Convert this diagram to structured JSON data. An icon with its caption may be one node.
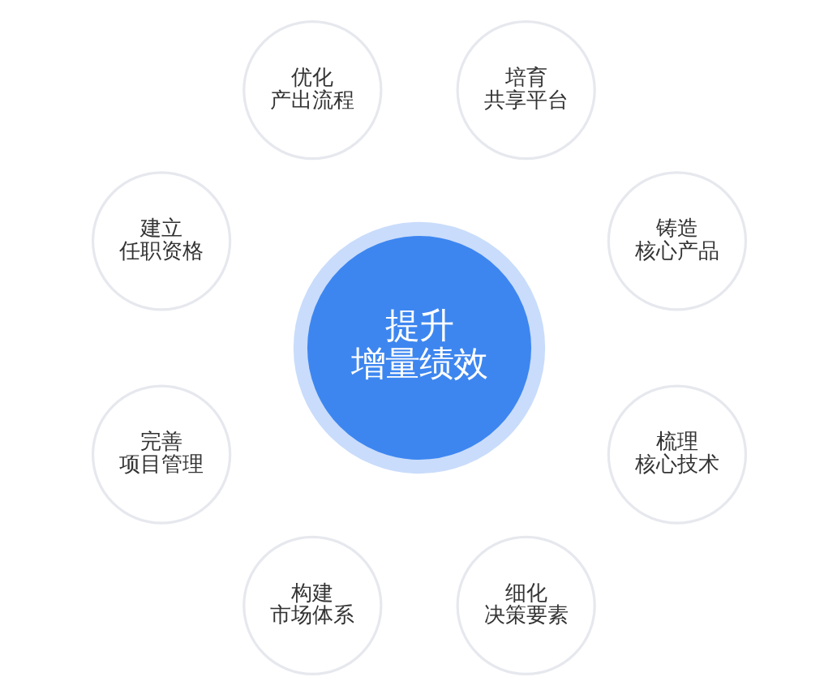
{
  "diagram": {
    "nodes": [
      {
        "text": [
          "提升增量绩效"
        ]
      },
      {
        "text": [
          "铸造核心产品"
        ]
      },
      {
        "text": [
          "培育共享平台"
        ]
      },
      {
        "text": [
          "优化产出流程"
        ]
      },
      {
        "text": [
          "建立任职资格"
        ]
      },
      {
        "text": [
          "完善项目管理"
        ]
      },
      {
        "text": [
          "构建市场体系"
        ]
      },
      {
        "text": [
          "细化决策要素"
        ]
      },
      {
        "text": [
          "梳理核心技术"
        ]
      }
    ],
    "edges": []
  }
}
